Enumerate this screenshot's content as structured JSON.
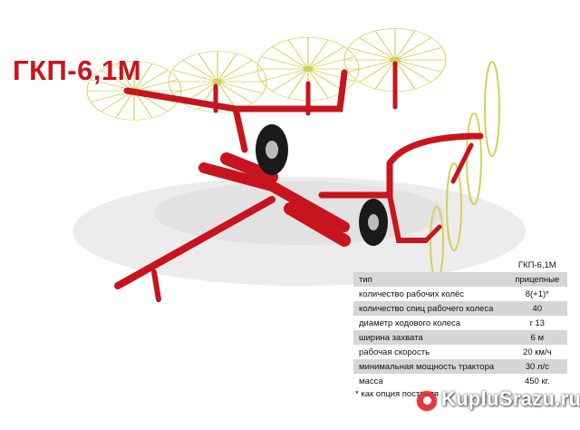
{
  "title": "ГКП-6,1М",
  "specs": {
    "header": "ГКП-6,1М",
    "rows": [
      {
        "label": "тип",
        "value": "прицепные"
      },
      {
        "label": "количество рабочих колёс",
        "value": "8(+1)*"
      },
      {
        "label": "количество спиц рабочего колеса",
        "value": "40"
      },
      {
        "label": "диаметр ходового колеса",
        "value": "r 13"
      },
      {
        "label": "ширина захвата",
        "value": "6 м"
      },
      {
        "label": "рабочая скорость",
        "value": "20 км/ч"
      },
      {
        "label": "минимальная мощность трактора",
        "value": "30 л/с"
      },
      {
        "label": "масса",
        "value": "450 кг."
      }
    ],
    "footnote": "* как опция поставля"
  },
  "watermark": "KupluSrazu.ru",
  "colors": {
    "frame": "#c8141e",
    "tines": "#d2d25a",
    "title": "#c8141e",
    "row_shade": "#d6d6d6"
  }
}
